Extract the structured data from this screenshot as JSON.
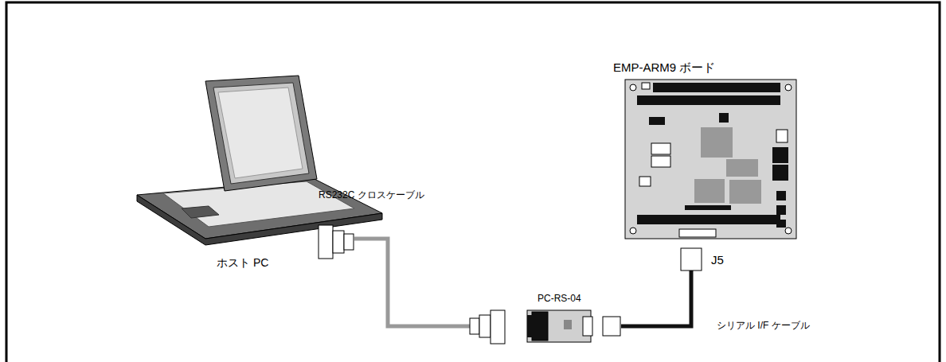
{
  "diagram": {
    "labels": [
      "EMP-ARM9 ボード",
      "RS232C クロスケーブル",
      "ホスト PC",
      "PC-RS-04",
      "J5",
      "シリアル I/F ケーブル"
    ]
  }
}
